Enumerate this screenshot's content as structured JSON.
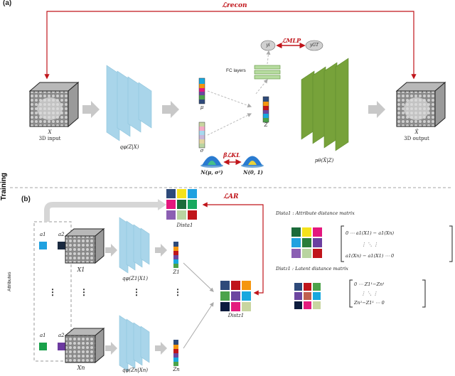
{
  "panel_a": {
    "label": "(a)",
    "recon_loss": "ℒrecon",
    "input_symbol": "X",
    "input_label": "3D input",
    "encoder_label": "qφ(Z|X)",
    "mu_label": "μ",
    "sigma_label": "σ",
    "z_label": "Z",
    "fc_label": "FC layers",
    "yi_label": "yi",
    "ygt_label": "yGT",
    "mlp_loss": "ℒMLP",
    "kl_loss": "βℒKL",
    "normal_prior": "N(μ, σ²)",
    "std_normal": "N(0, 1)",
    "decoder_label": "pθ(X̂|Z)",
    "output_symbol": "X̂",
    "output_label": "3D output"
  },
  "side_label": "Training",
  "panel_b": {
    "label": "(b)",
    "ar_loss": "ℒAR",
    "attributes_label": "Attributes",
    "a1": "a1",
    "a2": "a2",
    "dots": "⋮",
    "x1_label": "X1",
    "xn_label": "Xn",
    "enc1_label": "qφ(Z1|X1)",
    "encn_label": "qφ(Zn|Xn)",
    "z1_label": "Z1",
    "zn_label": "Zn",
    "dist_a1_label": "Dista1",
    "dist_z1_label": "Distz1",
    "attr_matrix_title": "Dista1 : Attribute distance matrix",
    "latent_matrix_title": "Distz1 : Latent distance matrix",
    "attr_matrix_rows": [
      "0   ⋯   a1(X1) − a1(Xn)",
      "⋮   ⋱   ⋮",
      "a1(Xn) − a1(X1)   ⋯   0"
    ],
    "latent_matrix_rows": [
      "0   ⋯   Z1¹−Zn¹",
      "⋮   ⋱   ⋮",
      "Zn¹−Z1¹   ⋯   0"
    ]
  },
  "colors": {
    "encoder": "#a9d5ea",
    "decoder": "#77a23a",
    "arrow_red": "#c0151b",
    "arrow_gray": "#c8c8c8",
    "fc_green": "#b7dca0"
  },
  "swatches": {
    "dist_a1": [
      "#2e4a7a",
      "#f5e21b",
      "#1fa1e0",
      "#e4177e",
      "#1b6b3a",
      "#18a85f",
      "#8b5fb3",
      "#b9d4a1",
      "#c0151b"
    ],
    "dist_z1": [
      "#2e4a7a",
      "#c0151b",
      "#f5960f",
      "#4ca34a",
      "#6c46a0",
      "#18a8df",
      "#0d1c3e",
      "#e41b7e",
      "#c8d5a0"
    ],
    "attr_mid": [
      "#1b6b3a",
      "#f5e21b",
      "#e4177e",
      "#1fa1e0",
      "#2a7d3b",
      "#6b3fa0",
      "#8b5fb3",
      "#b9d4a1",
      "#c0151b"
    ],
    "latent_mid": [
      "#2e4a7a",
      "#c0151b",
      "#4ca34a",
      "#6c46a0",
      "#c06050",
      "#18a8df",
      "#0d1c3e",
      "#e41b7e",
      "#c8d5a0"
    ],
    "attr_first_row": [
      "#1fa1e0",
      "#1a2a40"
    ],
    "attr_last_row": [
      "#19a14a",
      "#6c3aa0"
    ]
  }
}
